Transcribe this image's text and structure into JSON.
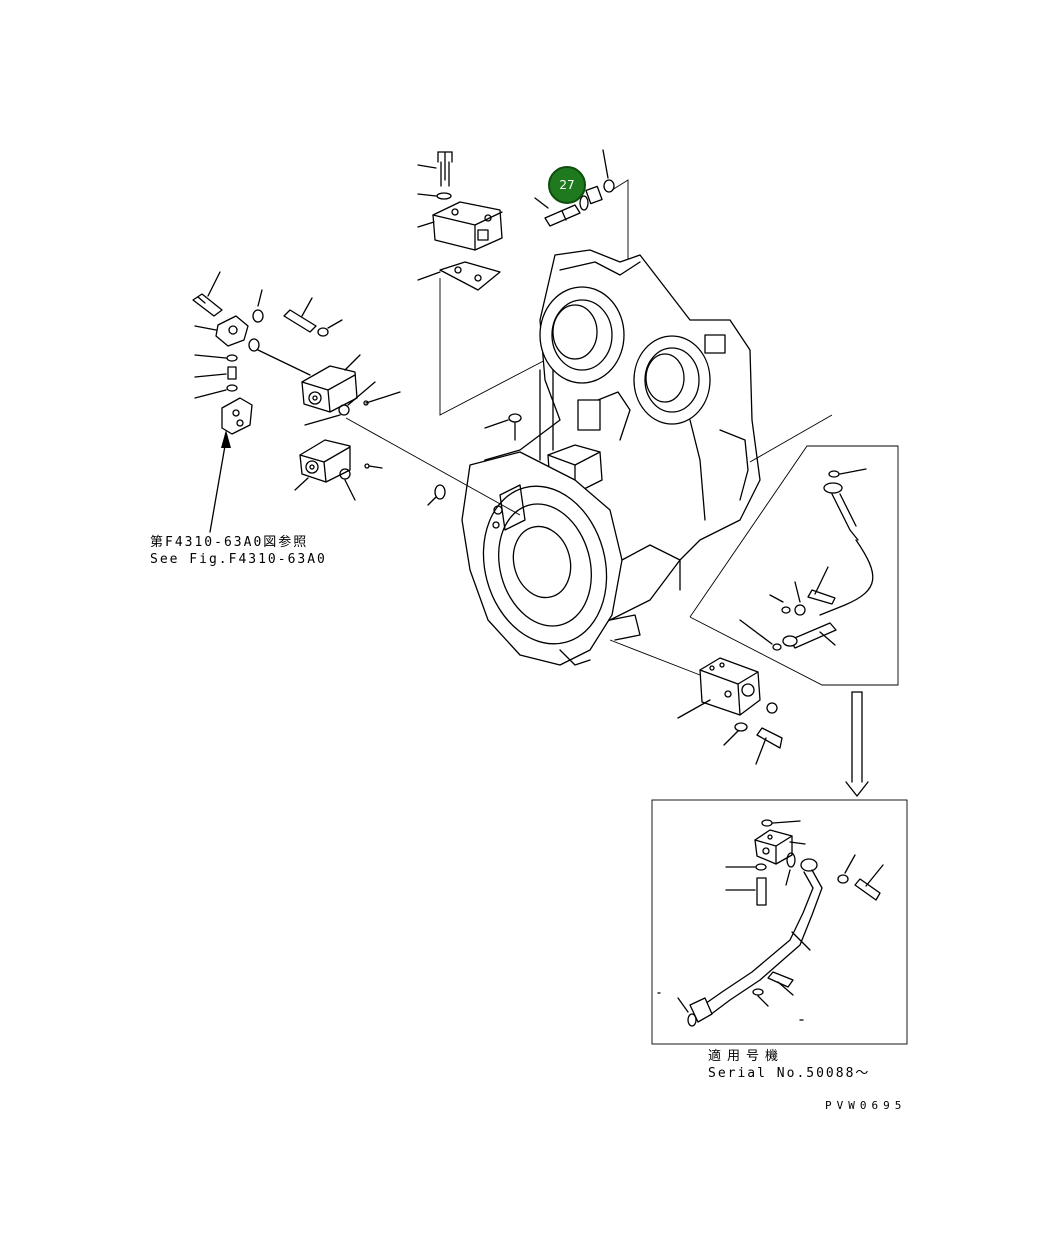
{
  "callouts": [
    {
      "id": "27",
      "label": "27",
      "color": "#1f7a1f"
    }
  ],
  "ref_note_jp": "第F4310-63A0図参照",
  "ref_note_en": "See Fig.F4310-63A0",
  "serial_jp": "適用号機",
  "serial_en": "Serial No.50088～",
  "drawing_code": "PVW0695"
}
